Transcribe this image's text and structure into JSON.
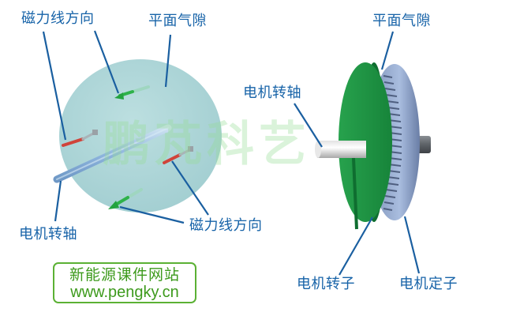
{
  "diagram": {
    "type": "axial-flux motor illustration",
    "left_figure": {
      "description": "Planar air gap disk with magnetic flux direction arrows and motor shaft",
      "labels": {
        "flux_direction_top": "磁力线方向",
        "planar_air_gap": "平面气隙",
        "motor_shaft": "电机转轴",
        "flux_direction_bottom": "磁力线方向"
      }
    },
    "right_figure": {
      "description": "Disk rotor and slotted stator with shaft",
      "labels": {
        "planar_air_gap": "平面气隙",
        "motor_shaft": "电机转轴",
        "motor_rotor": "电机转子",
        "motor_stator": "电机定子"
      }
    },
    "watermark": "鹏芃科艺",
    "brand_box": {
      "line1": "新能源课件网站",
      "line2": "www.pengky.cn"
    },
    "colors": {
      "label_blue": "#1763a8",
      "leader_line": "#1a5fa0",
      "gap_disk": "#a9d4d6",
      "rotor_green": "#1f9a45",
      "stator_blue": "#8fa8d0",
      "arrow_green": "#2eb24a",
      "arrow_red": "#d0433a",
      "brand_green": "#3d9a1c"
    }
  }
}
